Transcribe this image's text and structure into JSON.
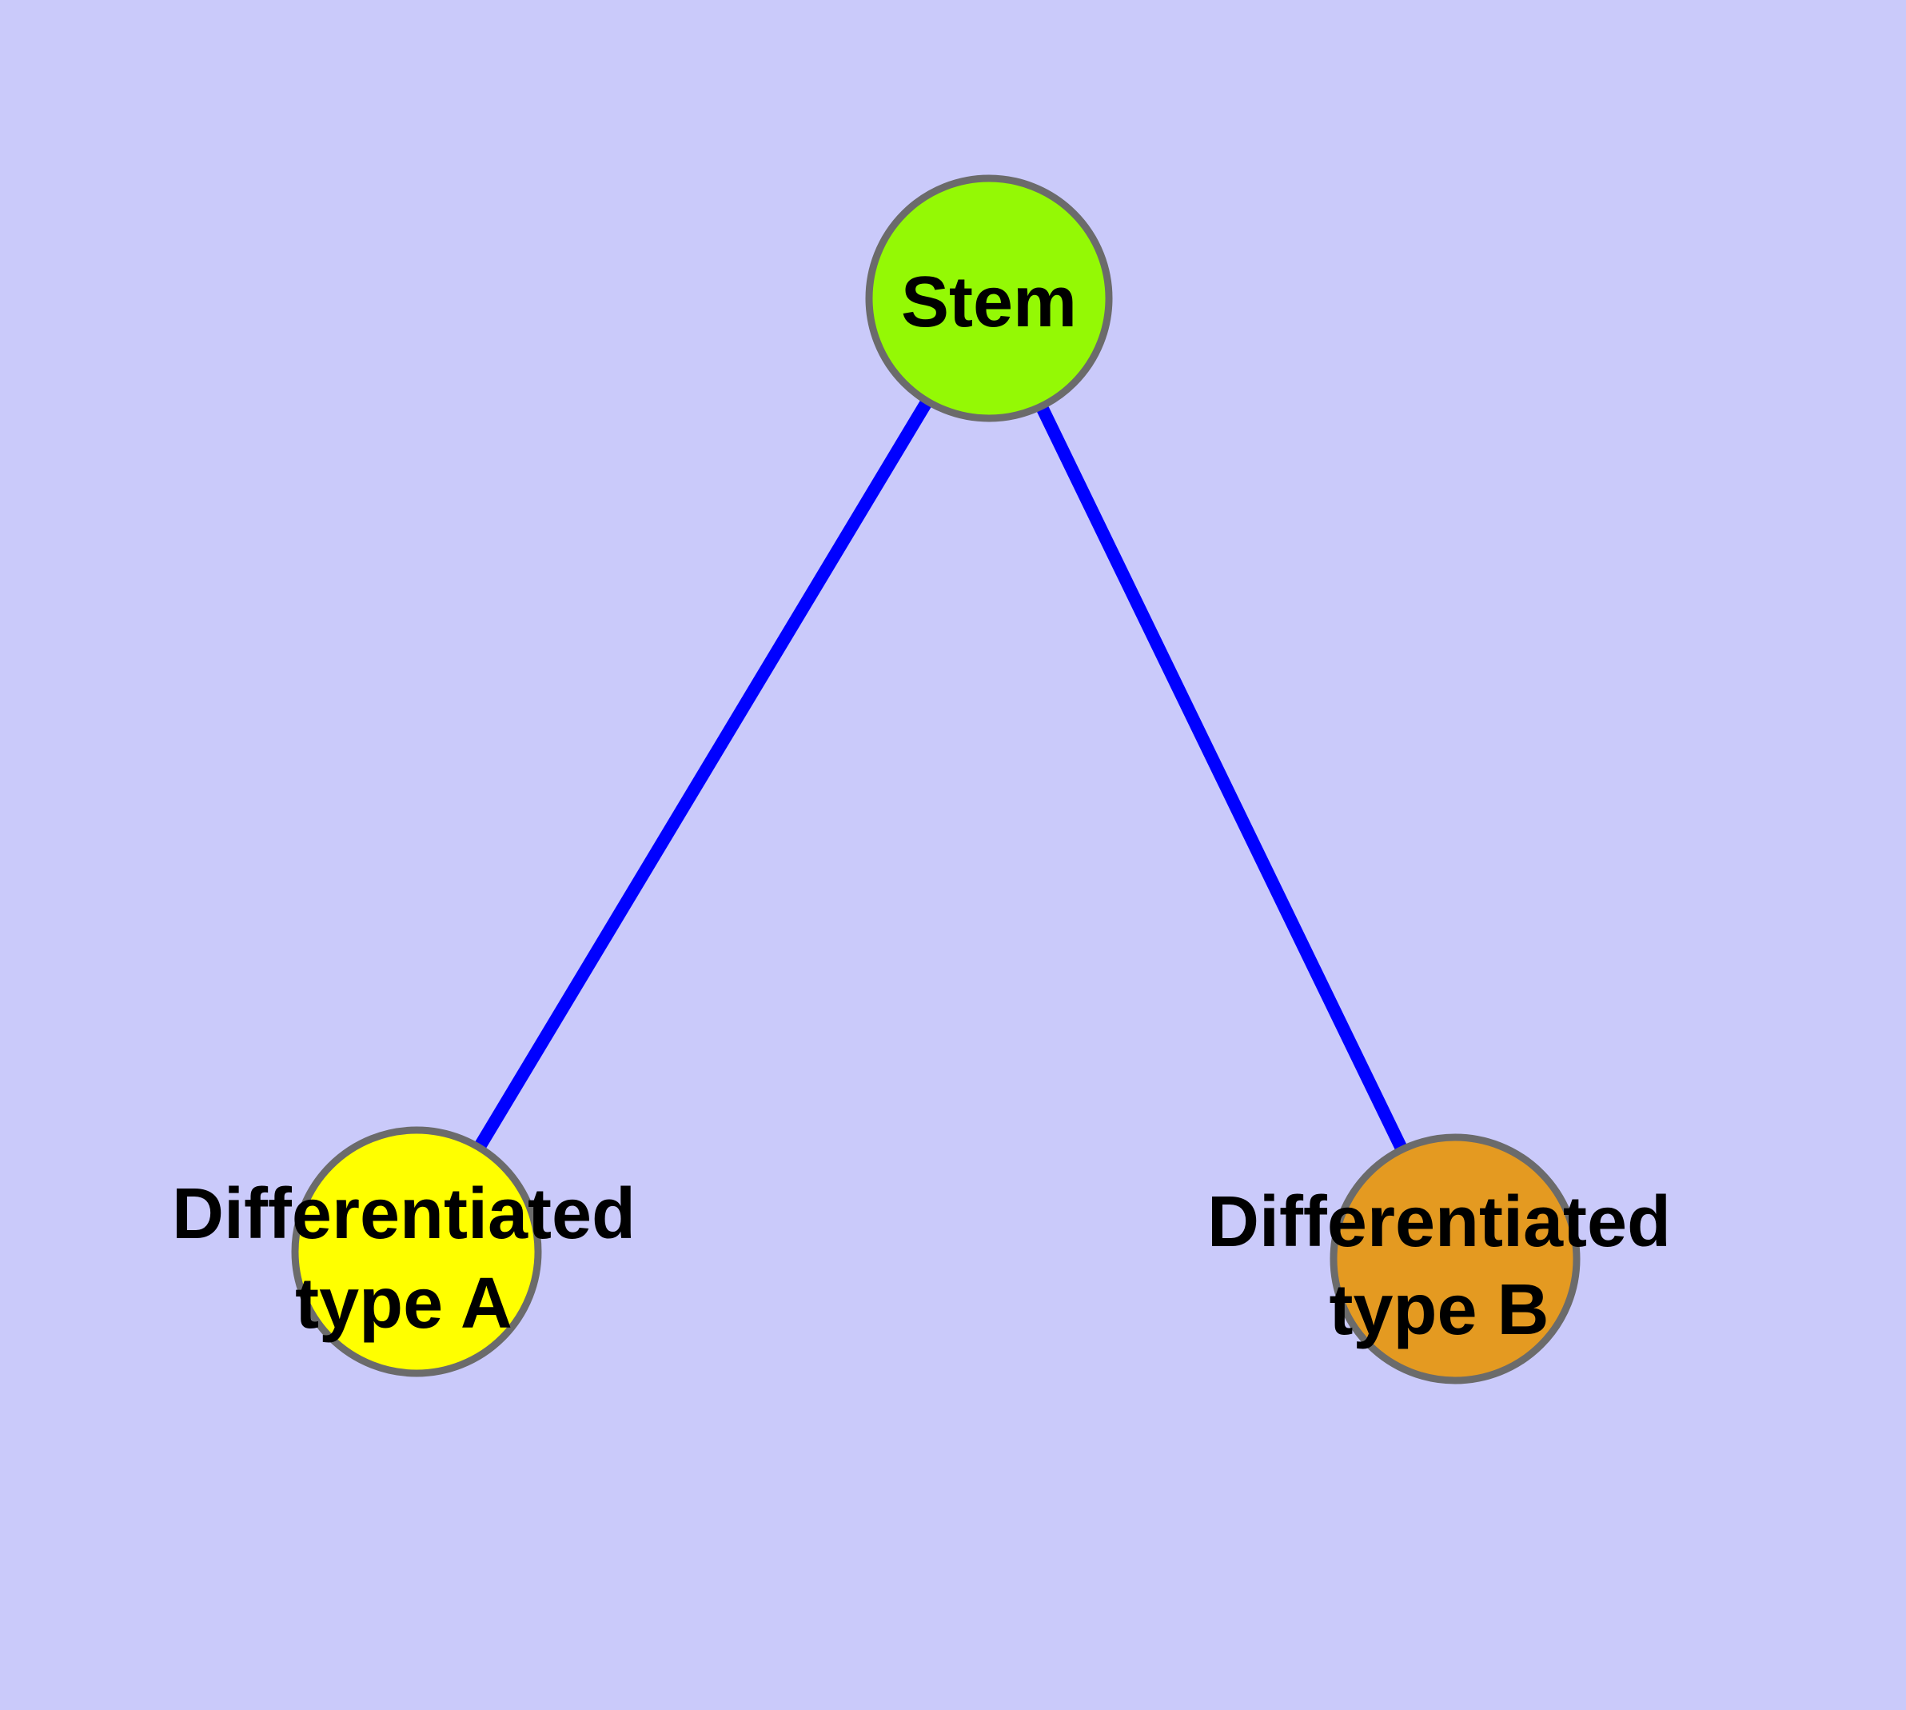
{
  "diagram": {
    "type": "node-link-graph",
    "description": "Cell differentiation hierarchy: a stem node with two differentiated daughter types",
    "colors": {
      "background": "#CACAFA",
      "edge": "#0000FF",
      "node_border": "#6B6B6B",
      "label": "#000000"
    },
    "nodes": [
      {
        "id": "stem",
        "label": "Stem",
        "label_lines": [
          "Stem"
        ],
        "fill": "#94F905"
      },
      {
        "id": "differentiated-type-a",
        "label": "Differentiated type A",
        "label_lines": [
          "Differentiated",
          "type A"
        ],
        "fill": "#FFFF00"
      },
      {
        "id": "differentiated-type-b",
        "label": "Differentiated type B",
        "label_lines": [
          "Differentiated",
          "type B"
        ],
        "fill": "#E49A21"
      }
    ],
    "edges": [
      {
        "from": "stem",
        "to": "differentiated-type-a"
      },
      {
        "from": "stem",
        "to": "differentiated-type-b"
      }
    ]
  }
}
